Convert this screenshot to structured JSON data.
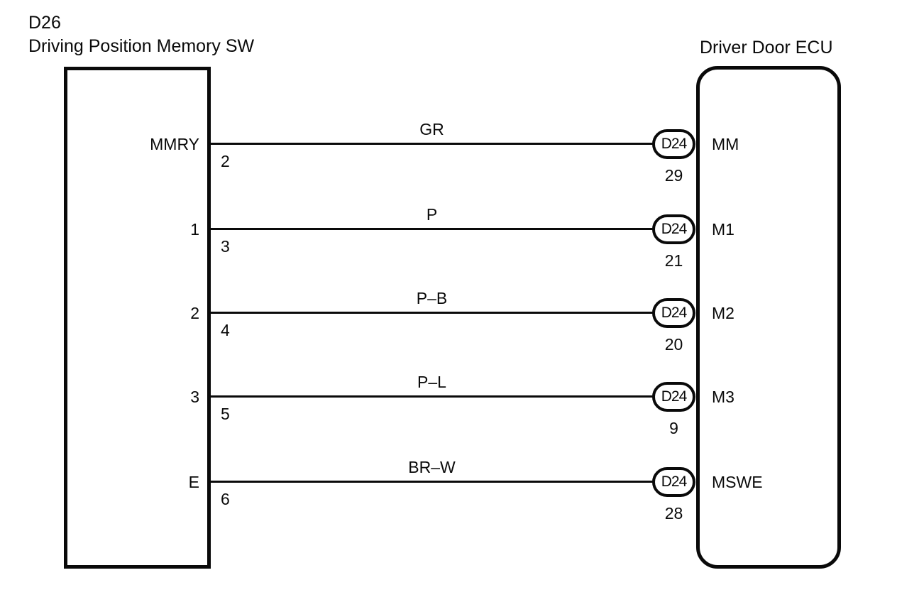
{
  "diagram": {
    "left_component": {
      "id": "D26",
      "name": "Driving Position Memory SW",
      "title": "D26\nDriving Position Memory SW"
    },
    "right_component": {
      "name": "Driver Door ECU"
    },
    "wires": [
      {
        "switch_pin_name": "MMRY",
        "switch_pin_number": "2",
        "wire_color": "GR",
        "connector": "D24",
        "ecu_pin_number": "29",
        "ecu_pin_name": "MM"
      },
      {
        "switch_pin_name": "1",
        "switch_pin_number": "3",
        "wire_color": "P",
        "connector": "D24",
        "ecu_pin_number": "21",
        "ecu_pin_name": "M1"
      },
      {
        "switch_pin_name": "2",
        "switch_pin_number": "4",
        "wire_color": "P–B",
        "connector": "D24",
        "ecu_pin_number": "20",
        "ecu_pin_name": "M2"
      },
      {
        "switch_pin_name": "3",
        "switch_pin_number": "5",
        "wire_color": "P–L",
        "connector": "D24",
        "ecu_pin_number": "9",
        "ecu_pin_name": "M3"
      },
      {
        "switch_pin_name": "E",
        "switch_pin_number": "6",
        "wire_color": "BR–W",
        "connector": "D24",
        "ecu_pin_number": "28",
        "ecu_pin_name": "MSWE"
      }
    ],
    "colors": {
      "line": "#0a0a0a",
      "background": "#ffffff"
    }
  }
}
